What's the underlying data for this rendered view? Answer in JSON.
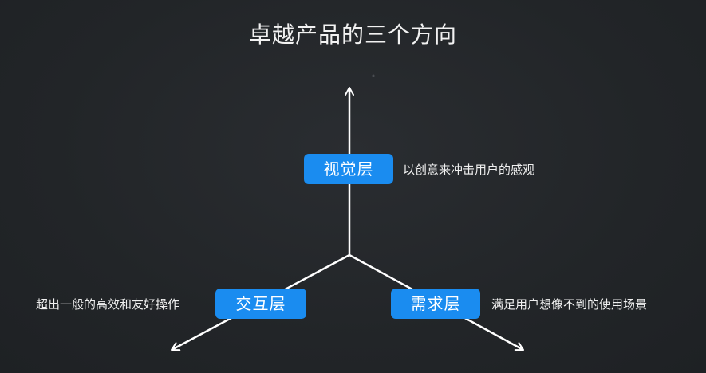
{
  "title": "卓越产品的三个方向",
  "nodes": {
    "visual": {
      "label": "视觉层",
      "description": "以创意来冲击用户的感观"
    },
    "interaction": {
      "label": "交互层",
      "description": "超出一般的高效和友好操作"
    },
    "demand": {
      "label": "需求层",
      "description": "满足用户想像不到的使用场景"
    }
  },
  "colors": {
    "background": "#23262a",
    "accent": "#1a8cf0",
    "line": "#ffffff"
  }
}
